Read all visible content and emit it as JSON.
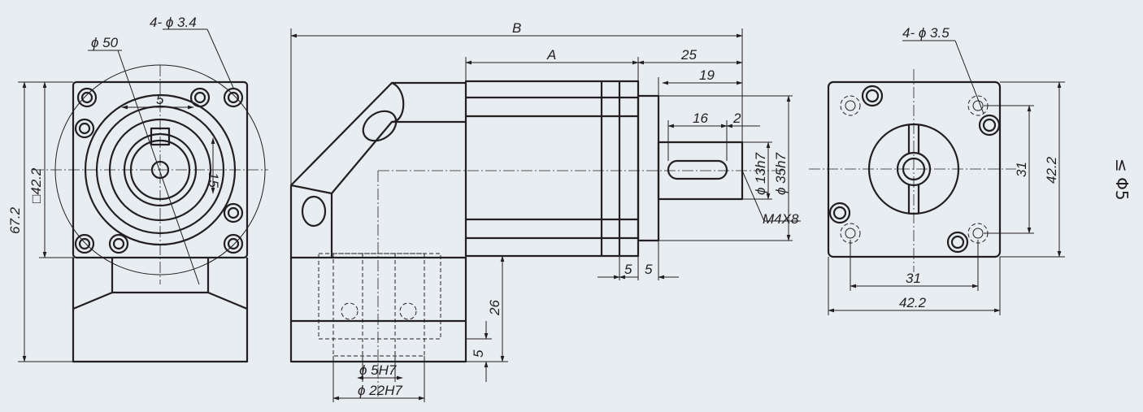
{
  "front_view": {
    "hole_label": "4- ϕ 3.4",
    "pcd_label": "ϕ 50",
    "height_label": "67.2",
    "square_label": "□42.2",
    "key_label": "5",
    "key2_label": "15"
  },
  "side_view": {
    "overall_label": "B",
    "body_label": "A",
    "shaft_total_label": "25",
    "shaft_label": "19",
    "key_length_label": "16",
    "key_offset_label": "2",
    "shaft_dia_label": "ϕ 13h7",
    "pilot_dia_label": "ϕ 35h7",
    "thread_label": "M4X8",
    "flange1_label": "5",
    "flange2_label": "5",
    "base_height_label": "26",
    "base_thick_label": "5",
    "pin_dia_label": "ϕ 5H7",
    "boss_dia_label": "ϕ 22H7"
  },
  "rear_view": {
    "hole_label": "4- ϕ 3.5",
    "pitch_v_label": "31",
    "square_v_label": "42.2",
    "pitch_h_label": "31",
    "square_h_label": "42.2"
  },
  "note_label": "≤ Φ5"
}
